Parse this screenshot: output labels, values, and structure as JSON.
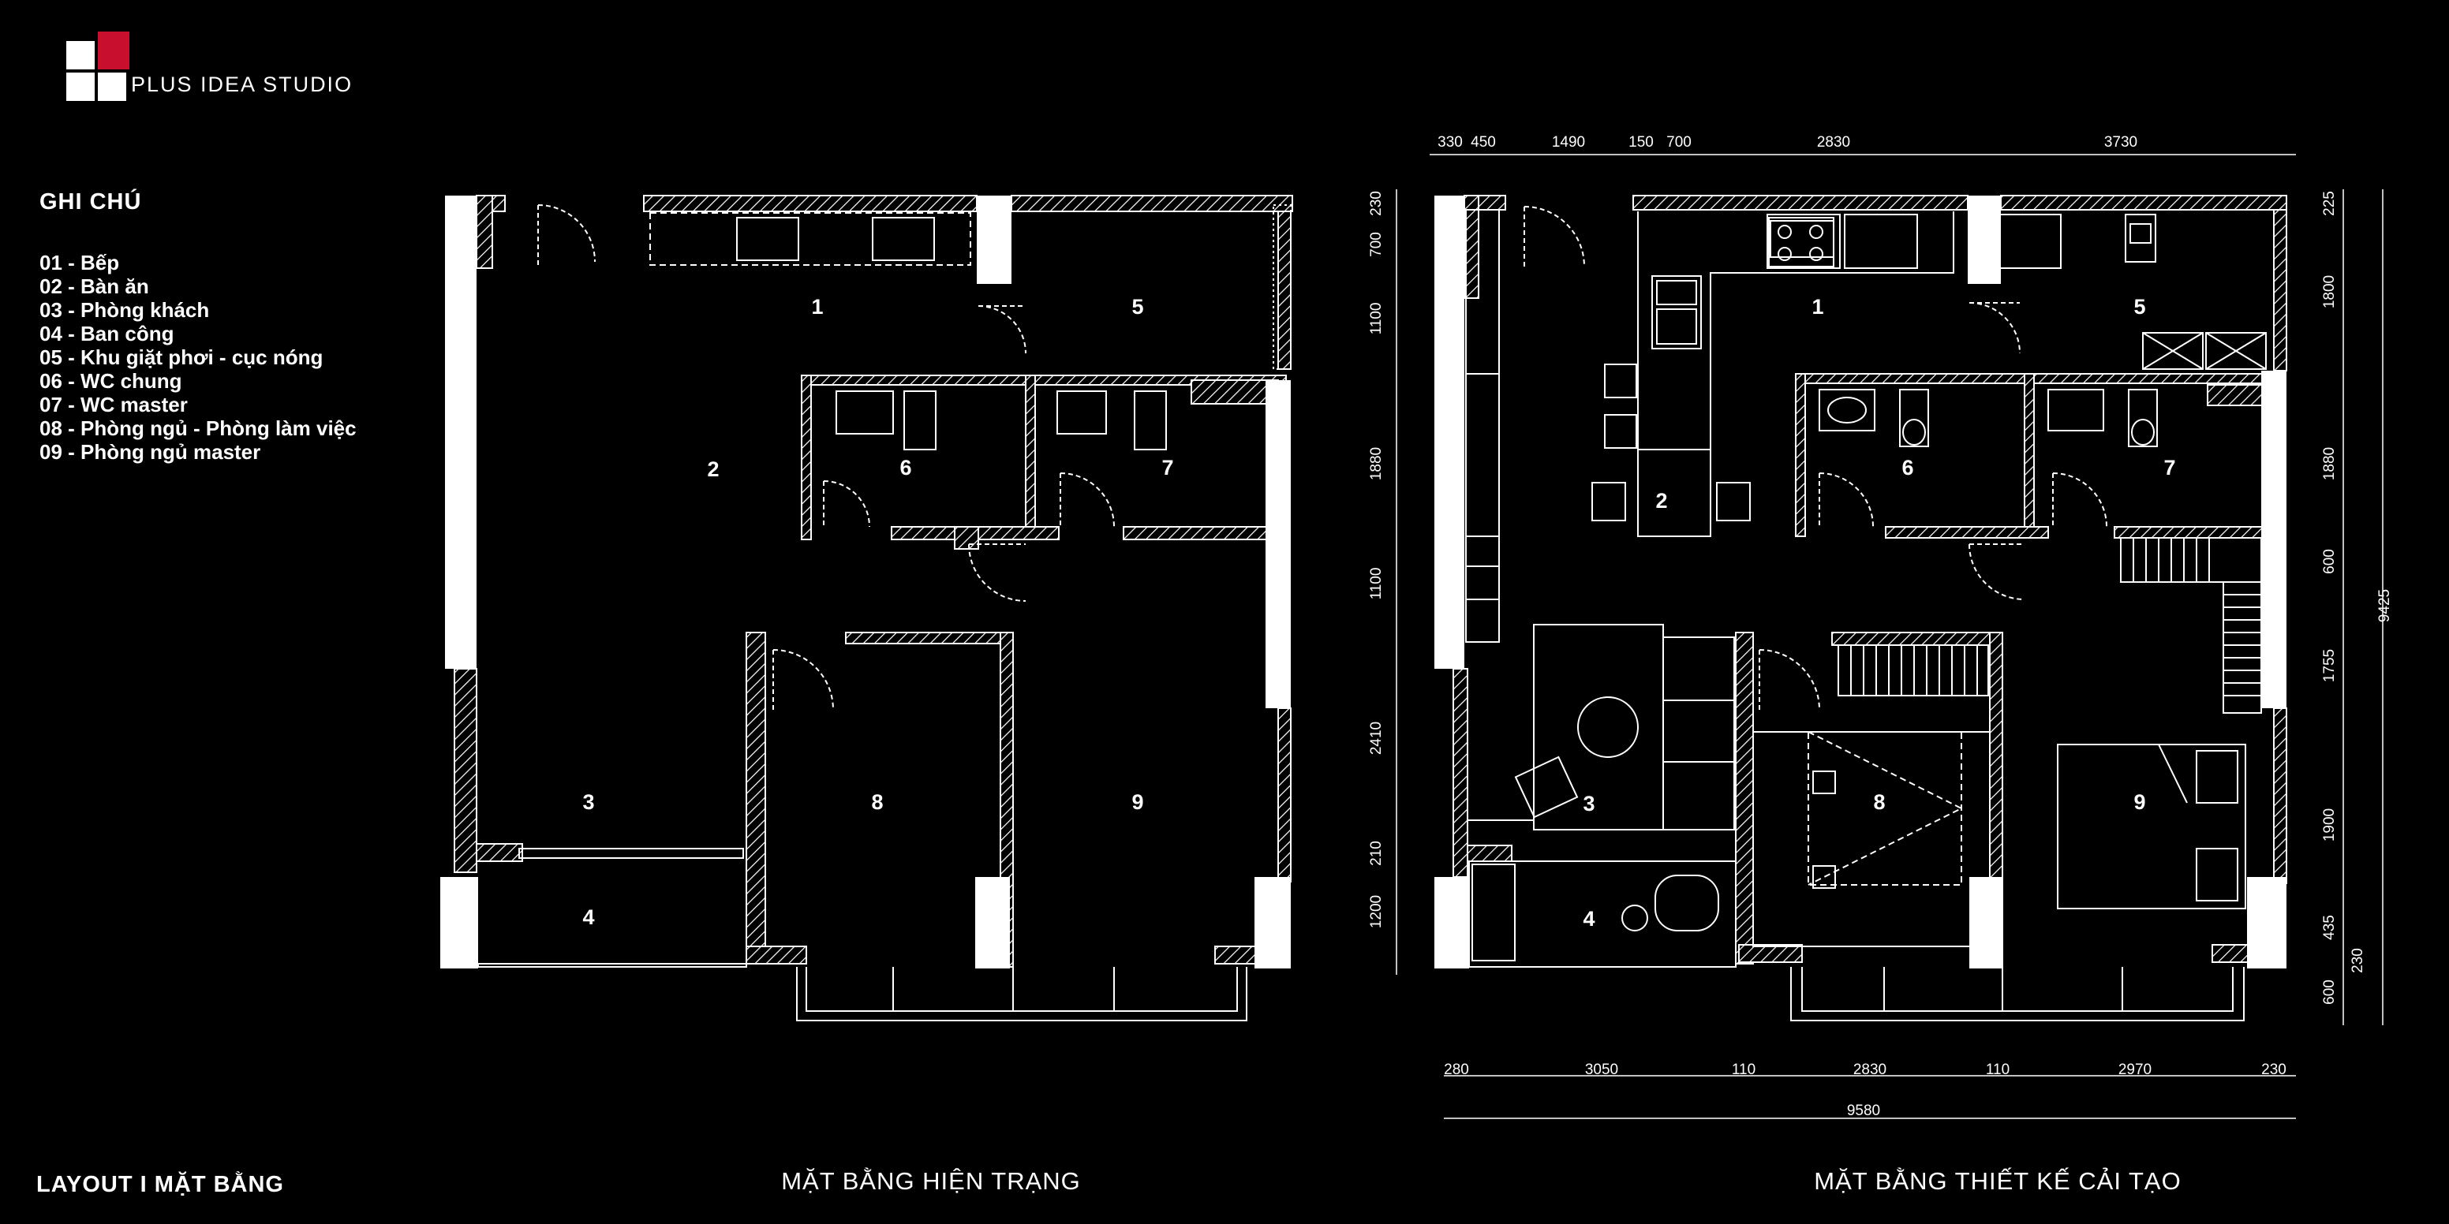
{
  "brand": {
    "name": "PLUS IDEA STUDIO",
    "logo_colors": {
      "squares": "#ffffff",
      "accent": "#c8102e"
    }
  },
  "legend": {
    "title": "GHI CHÚ",
    "items": [
      "01 - Bếp",
      "02 - Bàn ăn",
      "03 - Phòng khách",
      "04 - Ban công",
      "05 - Khu giặt phơi - cục nóng",
      "06 - WC chung",
      "07 - WC master",
      "08 - Phòng ngủ - Phòng làm việc",
      "09 - Phòng ngủ master"
    ]
  },
  "page_title": "LAYOUT I MẶT BẰNG",
  "plans": {
    "existing": {
      "caption": "MẶT BẰNG HIỆN TRẠNG",
      "room_labels": [
        "1",
        "2",
        "3",
        "4",
        "5",
        "6",
        "7",
        "8",
        "9"
      ]
    },
    "proposed": {
      "caption": "MẶT BẰNG THIẾT KẾ CẢI TẠO",
      "room_labels": [
        "1",
        "2",
        "3",
        "4",
        "5",
        "6",
        "7",
        "8",
        "9"
      ],
      "dimensions": {
        "top": [
          "330",
          "450",
          "1490",
          "150",
          "700",
          "2830",
          "3730"
        ],
        "bottom": [
          "280",
          "3050",
          "110",
          "2830",
          "110",
          "2970",
          "230"
        ],
        "bottom_total": "9580",
        "left": [
          "230",
          "700",
          "1100",
          "1880",
          "1100",
          "2410",
          "210",
          "1200"
        ],
        "right": [
          "225",
          "1800",
          "1880",
          "600",
          "1755",
          "1900",
          "435",
          "230",
          "600"
        ],
        "right_total": "9425"
      }
    }
  },
  "colors": {
    "background": "#000000",
    "lines": "#ffffff"
  }
}
